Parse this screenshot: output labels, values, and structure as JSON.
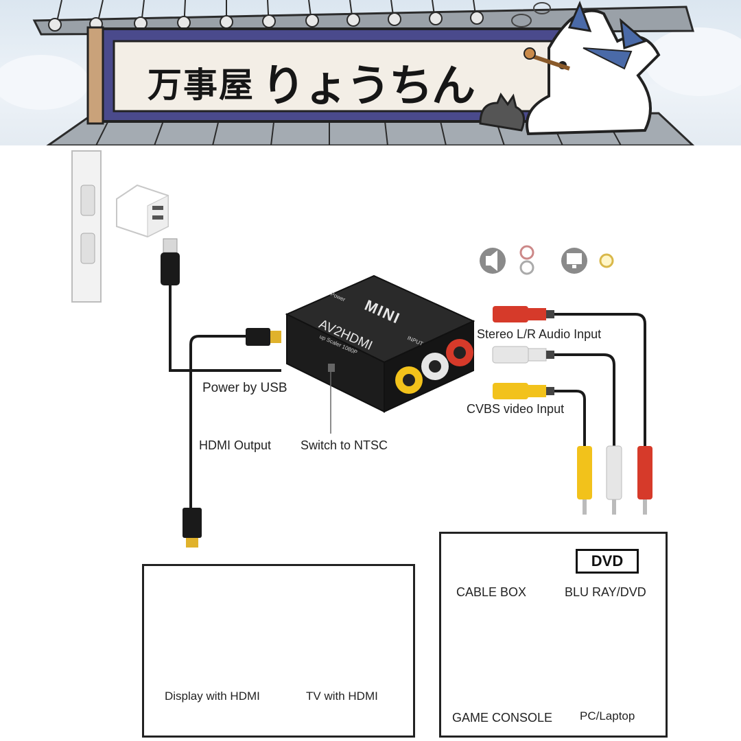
{
  "banner": {
    "shop_name_kanji": "万事屋",
    "shop_name_kana": "りょうちん"
  },
  "device": {
    "brand": "MINI",
    "model": "AV2HDMI",
    "subtitle": "up Scaler 1080P",
    "port_label_power": "Power",
    "port_label_input": "INPUT"
  },
  "labels": {
    "stereo_audio": "Stereo L/R Audio Input",
    "cvbs_video": "CVBS video Input",
    "power_usb": "Power by USB",
    "hdmi_output": "HDMI Output",
    "switch_ntsc": "Switch to NTSC"
  },
  "output_devices": [
    {
      "label": "Display with HDMI",
      "icon": "monitor-icon"
    },
    {
      "label": "TV with HDMI",
      "icon": "tv-icon"
    }
  ],
  "input_devices": [
    {
      "label": "CABLE BOX",
      "icon": "cable-box-icon"
    },
    {
      "label": "BLU RAY/DVD",
      "icon": "dvd-icon",
      "badge": "DVD"
    },
    {
      "label": "GAME CONSOLE",
      "icon": "game-console-icon"
    },
    {
      "label": "PC/Laptop",
      "icon": "pc-icon"
    }
  ],
  "colors": {
    "rca_red": "#d63a2a",
    "rca_white": "#e6e6e6",
    "rca_yellow": "#f2c21b",
    "hdmi_gold": "#e0b22c",
    "sign_purple": "#4a4a8c"
  }
}
